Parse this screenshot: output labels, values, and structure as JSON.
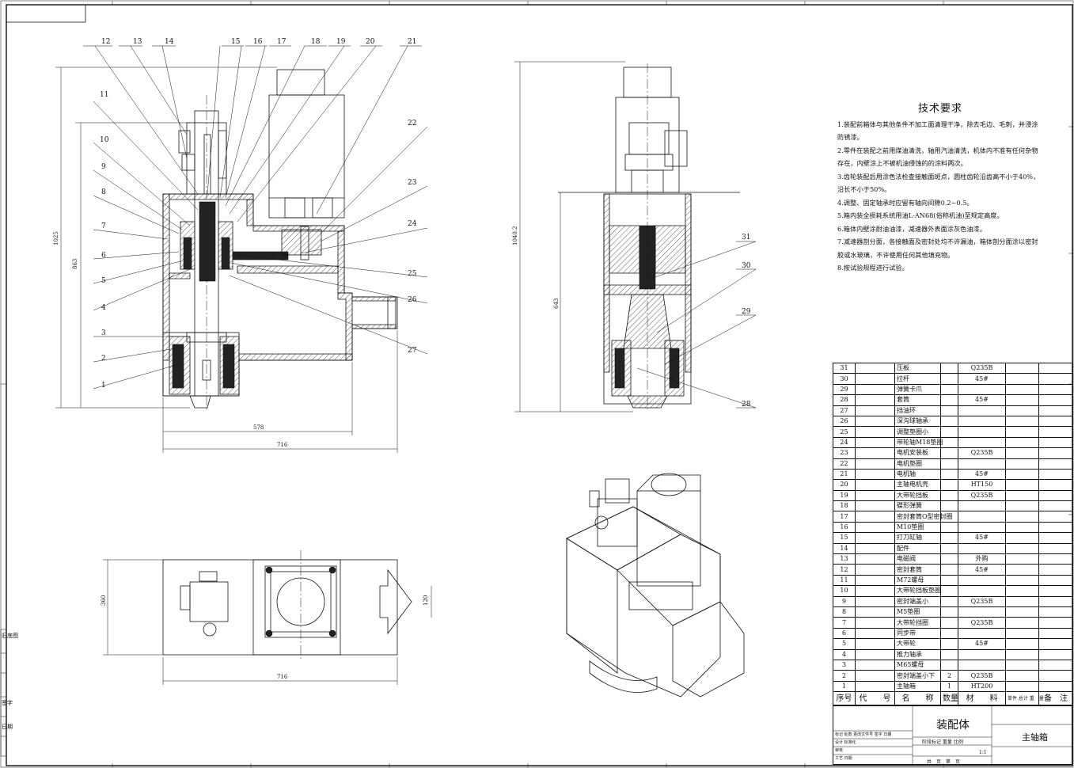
{
  "balloons_view1": [
    "1",
    "2",
    "3",
    "4",
    "5",
    "6",
    "7",
    "8",
    "9",
    "10",
    "11",
    "12",
    "13",
    "14",
    "15",
    "16",
    "17",
    "18",
    "19",
    "20",
    "21",
    "22",
    "23",
    "24",
    "25",
    "26",
    "27"
  ],
  "balloons_view2": [
    "28",
    "29",
    "30",
    "31"
  ],
  "dimensions": {
    "height_1025": "1025",
    "height_863": "863",
    "width_578": "578",
    "width_716_a": "716",
    "height_1040": "1040.2",
    "height_643": "643",
    "height_360": "360",
    "height_120": "120",
    "width_716_b": "716"
  },
  "technical_requirements": {
    "title": "技术要求",
    "items": [
      "1.装配前箱体与其他条件不加工面清理干净，除去毛边、毛刺，并浸涂防锈漆。",
      "2.零件在装配之前用煤油清洗，轴用汽油清洗，机体内不准有任何杂物存在，内壁涂上不被机油侵蚀的的涂料两次。",
      "3.齿轮装配后用涂色法检查接触面斑点，圆柱齿轮沿齿高不小于40%，沿长不小于50%。",
      "4.调整、固定轴承时应留有轴向间隙0.2~0.5。",
      "5.箱内装全损耗系统用油L-AN68(俗称机油)至规定高度。",
      "6.箱体内壁涂耐油油漆，减速器外表面涂灰色油漆。",
      "7.减速器剖分面，各接触面及密封处均不许漏油，箱体剖分面涂以密封胶或水玻璃，不许使用任何其他填充物。",
      "8.按试验规程进行试验。"
    ]
  },
  "bom": {
    "header": [
      "序号",
      "代　　号",
      "名　　称",
      "数量",
      "材　　料",
      "单件 总计 重　量",
      "备　注"
    ],
    "rows": [
      [
        "31",
        "",
        "压板",
        "",
        "Q235B",
        "",
        ""
      ],
      [
        "30",
        "",
        "拉杆",
        "",
        "45#",
        "",
        ""
      ],
      [
        "29",
        "",
        "弹簧卡爪",
        "",
        "",
        "",
        ""
      ],
      [
        "28",
        "",
        "套筒",
        "",
        "45#",
        "",
        ""
      ],
      [
        "27",
        "",
        "挡油环",
        "",
        "",
        "",
        ""
      ],
      [
        "26",
        "",
        "深沟球轴承",
        "",
        "",
        "",
        ""
      ],
      [
        "25",
        "",
        "调整垫圈小",
        "",
        "",
        "",
        ""
      ],
      [
        "24",
        "",
        "带轮轴M18垫圈",
        "",
        "",
        "",
        ""
      ],
      [
        "23",
        "",
        "电机安装板",
        "",
        "Q235B",
        "",
        ""
      ],
      [
        "22",
        "",
        "电机垫圈",
        "",
        "",
        "",
        ""
      ],
      [
        "21",
        "",
        "电机轴",
        "",
        "45#",
        "",
        ""
      ],
      [
        "20",
        "",
        "主轴电机壳",
        "",
        "HT150",
        "",
        ""
      ],
      [
        "19",
        "",
        "大带轮挡板",
        "",
        "Q235B",
        "",
        ""
      ],
      [
        "18",
        "",
        "碟形弹簧",
        "",
        "",
        "",
        ""
      ],
      [
        "17",
        "",
        "密封套筒O型密封圈",
        "",
        "",
        "",
        ""
      ],
      [
        "16",
        "",
        "M10垫圈",
        "",
        "",
        "",
        ""
      ],
      [
        "15",
        "",
        "打刀缸轴",
        "",
        "45#",
        "",
        ""
      ],
      [
        "14",
        "",
        "配件",
        "",
        "",
        "",
        ""
      ],
      [
        "13",
        "",
        "电磁阀",
        "",
        "外购",
        "",
        ""
      ],
      [
        "12",
        "",
        "密封套筒",
        "",
        "45#",
        "",
        ""
      ],
      [
        "11",
        "",
        "M72螺母",
        "",
        "",
        "",
        ""
      ],
      [
        "10",
        "",
        "大带轮挡板垫圈",
        "",
        "",
        "",
        ""
      ],
      [
        "9",
        "",
        "密封端盖小",
        "",
        "Q235B",
        "",
        ""
      ],
      [
        "8",
        "",
        "M5垫圈",
        "",
        "",
        "",
        ""
      ],
      [
        "7",
        "",
        "大带轮挡圈",
        "",
        "Q235B",
        "",
        ""
      ],
      [
        "6",
        "",
        "同步带",
        "",
        "",
        "",
        ""
      ],
      [
        "5",
        "",
        "大带轮",
        "",
        "45#",
        "",
        ""
      ],
      [
        "4",
        "",
        "推力轴承",
        "",
        "",
        "",
        ""
      ],
      [
        "3",
        "",
        "M65螺母",
        "",
        "",
        "",
        ""
      ],
      [
        "2",
        "",
        "密封端盖小下",
        "2",
        "Q235B",
        "",
        ""
      ],
      [
        "1",
        "",
        "主轴箱",
        "1",
        "HT200",
        "",
        ""
      ]
    ]
  },
  "title_block": {
    "name": "装配体",
    "drawing": "主轴箱",
    "scale": "1:1",
    "row_labels": [
      "标记 处数 更改文件号 签字 日期",
      "设计 标准化",
      "审核",
      "工艺 日期"
    ],
    "stage_labels": "阶段标记  重量  比例",
    "sheet_labels": "共　页　第　页"
  },
  "margin_labels": [
    "旧底图",
    "签字",
    "日期"
  ]
}
